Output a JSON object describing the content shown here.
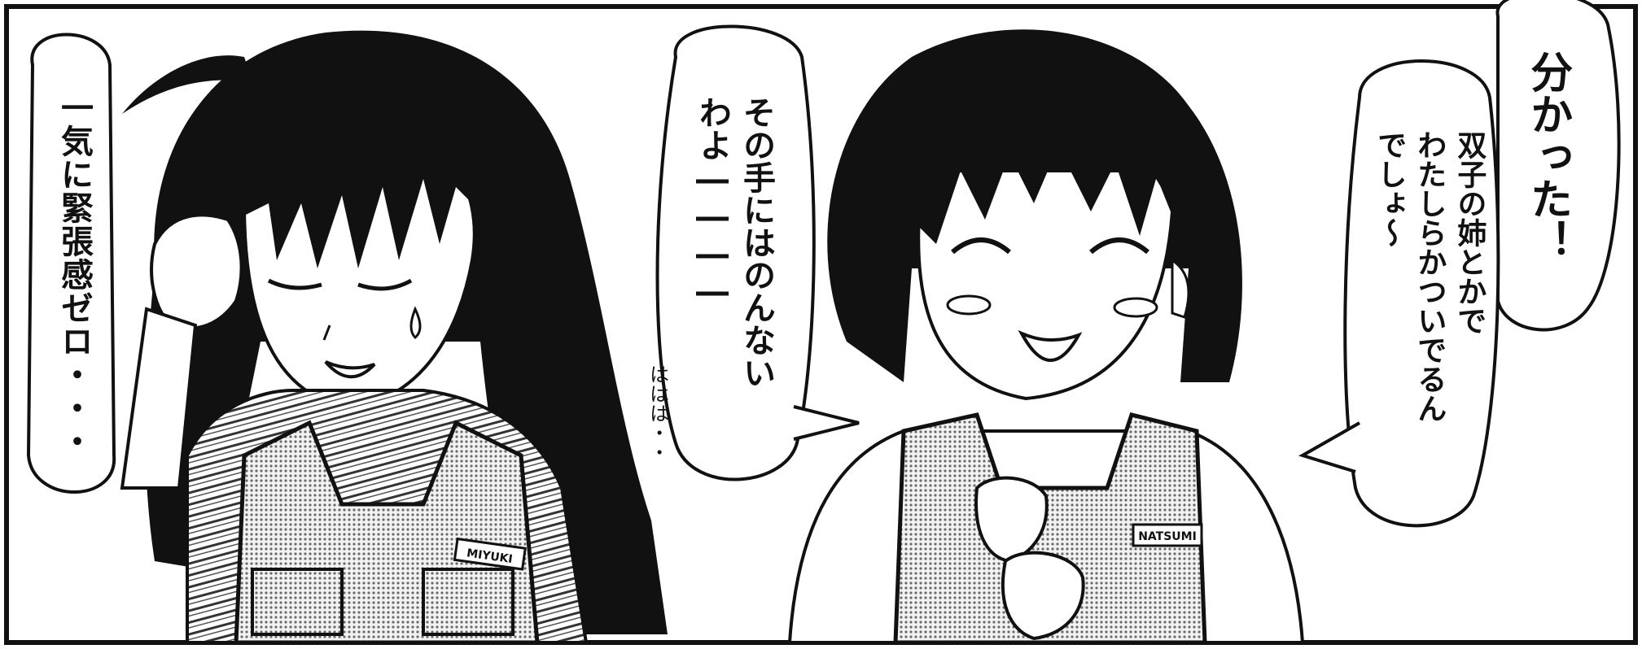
{
  "balloons": {
    "left": {
      "text": "一気に緊張感ゼロ・・・"
    },
    "middle": {
      "line1": "その手にはのんない",
      "line2": "わよ――――",
      "aside": "ははは・・"
    },
    "right": {
      "line1": "分かった！",
      "line2": "双子の姉とかで",
      "line3": "わたしらかついでるん",
      "line4": "でしょ〜"
    }
  },
  "badges": {
    "left_vest": "MIYUKI",
    "right_vest": "NATSUMI"
  },
  "colors": {
    "ink": "#111111",
    "paper": "#ffffff",
    "tone": "#8a8a8a"
  }
}
